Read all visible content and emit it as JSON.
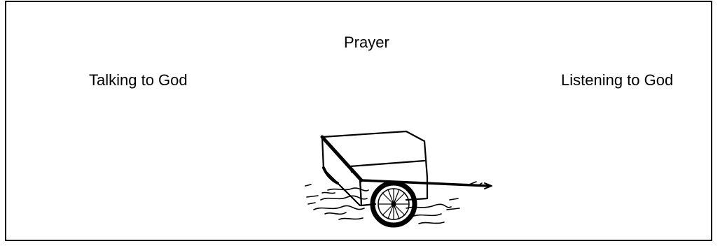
{
  "diagram": {
    "title": "Prayer",
    "left_label": "Talking to God",
    "right_label": "Listening to God",
    "illustration": "cart-sketch",
    "colors": {
      "ink": "#000000",
      "background": "#ffffff"
    }
  }
}
